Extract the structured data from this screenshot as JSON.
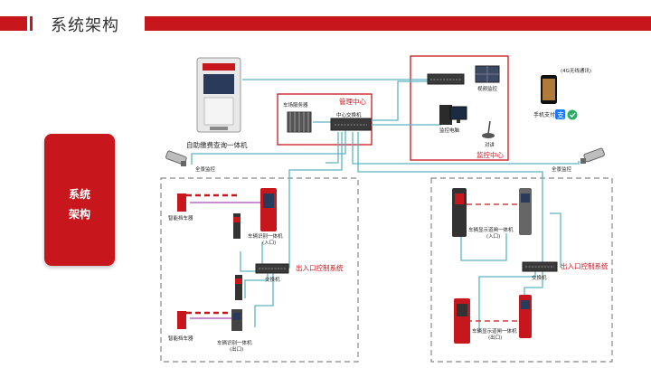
{
  "header": {
    "title": "系统架构"
  },
  "side_card": {
    "line1": "系统",
    "line2": "架构"
  },
  "labels": {
    "kiosk": "自助缴费查询一体机",
    "server": "车场服务器",
    "mgmt_center": "管理中心",
    "core_switch": "中心交换机",
    "video_monitor": "视频监控",
    "monitor_pc": "监控电脑",
    "intercom": "对讲",
    "monitor_center": "监控中心",
    "network_4g": "(4G无线通讯)",
    "mobile_pay": "手机支付",
    "panorama_left": "全景监控",
    "panorama_right": "全景监控",
    "barrier_top": "智能挡车器",
    "barrier_bottom": "智能挡车器",
    "lpr_entry_name": "车辆识别一体机",
    "lpr_entry_sub": "(入口)",
    "lpr_exit_name": "车辆识别一体机",
    "lpr_exit_sub": "(出口)",
    "switch_left": "交换机",
    "access_left": "出入口控制系统",
    "gate_entry_name": "车辆显示道闸一体机",
    "gate_entry_sub": "(入口)",
    "gate_exit_name": "车辆显示道闸一体机",
    "gate_exit_sub": "(出口)",
    "switch_right": "交换机",
    "access_right": "出入口控制系统"
  },
  "colors": {
    "accent": "#c8161d",
    "link": "#5fb3c4",
    "zone_border": "#888888"
  },
  "icons": [
    "self-service-kiosk-icon",
    "server-rack-icon",
    "network-switch-icon",
    "monitor-screen-icon",
    "desktop-computer-icon",
    "intercom-microphone-icon",
    "smartphone-icon",
    "alipay-icon",
    "wechat-pay-icon",
    "cctv-camera-icon",
    "barrier-gate-icon",
    "lpr-camera-terminal-icon",
    "display-barrier-terminal-icon"
  ]
}
